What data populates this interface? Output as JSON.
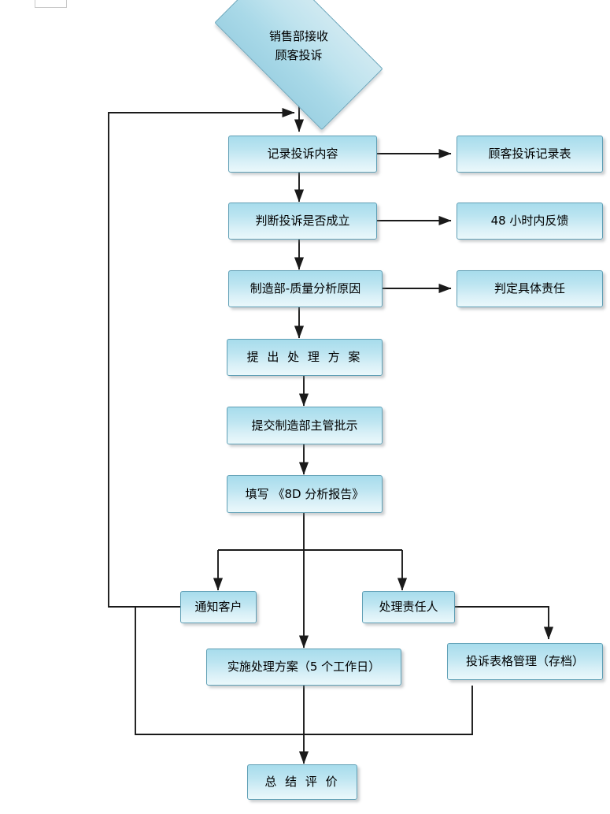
{
  "diagram": {
    "title_text": "销售部接收\n顾客投诉",
    "type": "flowchart",
    "language": "zh-CN",
    "colors": {
      "node_fill_top": "#a7dcec",
      "node_fill_bottom": "#eaf8fb",
      "node_border": "#5f9fb5",
      "connector": "#1a1a1a",
      "background": "#ffffff"
    }
  },
  "nodes": {
    "start": {
      "label": "销售部接收\n顾客投诉",
      "shape": "diamond"
    },
    "record": {
      "label": "记录投诉内容",
      "shape": "process"
    },
    "record_form": {
      "label": "顾客投诉记录表",
      "shape": "process"
    },
    "judge": {
      "label": "判断投诉是否成立",
      "shape": "process"
    },
    "feedback48": {
      "label": "48 小时内反馈",
      "shape": "process"
    },
    "analyze": {
      "label": "制造部-质量分析原因",
      "shape": "process"
    },
    "responsibility": {
      "label": "判定具体责任",
      "shape": "process"
    },
    "propose": {
      "label": "提 出 处 理 方 案",
      "shape": "process"
    },
    "submit": {
      "label": "提交制造部主管批示",
      "shape": "process"
    },
    "report8d": {
      "label": "填写 《8D 分析报告》",
      "shape": "process"
    },
    "notify": {
      "label": "通知客户",
      "shape": "process"
    },
    "handle_person": {
      "label": "处理责任人",
      "shape": "process"
    },
    "implement": {
      "label": "实施处理方案（5 个工作日）",
      "shape": "process"
    },
    "form_mgmt": {
      "label": "投诉表格管理（存档）",
      "shape": "process"
    },
    "summary": {
      "label": "总 结 评 价",
      "shape": "process"
    }
  },
  "edges": [
    {
      "from": "start",
      "to": "record",
      "style": "arrow-down"
    },
    {
      "from": "record",
      "to": "record_form",
      "style": "arrow-right"
    },
    {
      "from": "record",
      "to": "judge",
      "style": "arrow-down"
    },
    {
      "from": "judge",
      "to": "feedback48",
      "style": "arrow-right"
    },
    {
      "from": "judge",
      "to": "analyze",
      "style": "arrow-down"
    },
    {
      "from": "analyze",
      "to": "responsibility",
      "style": "arrow-right"
    },
    {
      "from": "analyze",
      "to": "propose",
      "style": "arrow-down"
    },
    {
      "from": "propose",
      "to": "submit",
      "style": "arrow-down"
    },
    {
      "from": "submit",
      "to": "report8d",
      "style": "arrow-down"
    },
    {
      "from": "report8d",
      "to": "notify",
      "style": "branch-left-arrow-down"
    },
    {
      "from": "report8d",
      "to": "handle_person",
      "style": "branch-right-arrow-down"
    },
    {
      "from": "report8d",
      "to": "implement",
      "style": "arrow-down"
    },
    {
      "from": "handle_person",
      "to": "form_mgmt",
      "style": "right-then-arrow-down"
    },
    {
      "from": "notify",
      "to": "record",
      "style": "feedback-left-up-arrow-right"
    },
    {
      "from": "implement",
      "to": "summary",
      "style": "arrow-down"
    },
    {
      "from": "form_mgmt",
      "to": "summary",
      "style": "down-join-bottom-rail"
    }
  ]
}
